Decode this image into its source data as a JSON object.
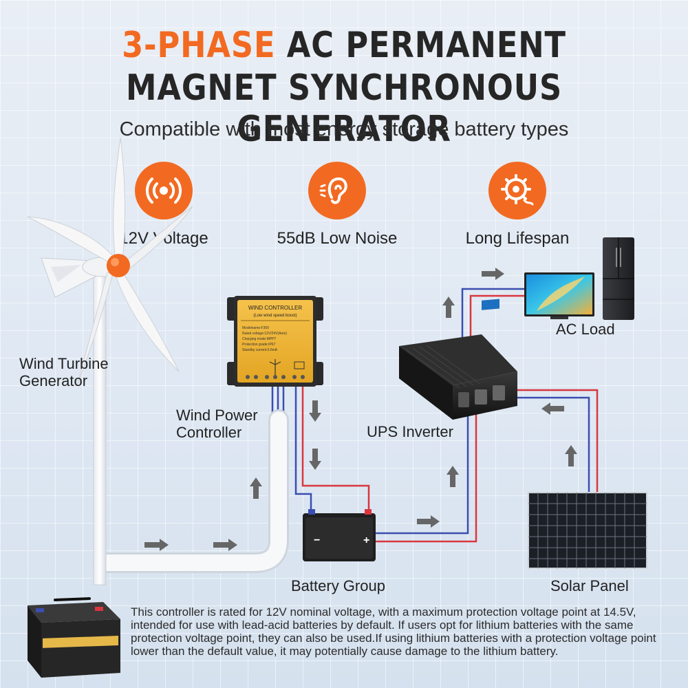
{
  "header": {
    "title_accent": "3-PHASE",
    "title_rest": "AC PERMANENT",
    "title_line2": "MAGNET SYNCHRONOUS GENERATOR",
    "subtitle": "Compatible with most energy storage battery types"
  },
  "features": [
    {
      "label": "12V Voltage",
      "icon": "signal-waves-icon"
    },
    {
      "label": "55dB Low Noise",
      "icon": "ear-icon"
    },
    {
      "label": "Long Lifespan",
      "icon": "lifespan-gear-icon"
    }
  ],
  "components": {
    "turbine": "Wind Turbine\nGenerator",
    "controller": "Wind Power\nController",
    "inverter": "UPS Inverter",
    "ac_load": "AC Load",
    "battery": "Battery Group",
    "solar": "Solar Panel"
  },
  "controller_panel": {
    "heading": "WIND CONTROLLER",
    "subheading": "(Low wind speed boost)",
    "specs": [
      "Modelname:F300",
      "Rated voltage:12V/24V(Auto)",
      "Charging mode:MPPT",
      "Protection grade:IP67",
      "Standby current:3.6mA"
    ]
  },
  "battery_terminals": {
    "negative": "−",
    "positive": "+"
  },
  "note": "This controller is rated for 12V nominal voltage, with a maximum protection voltage point at 14.5V, intended for use with lead-acid batteries by default. If users opt for lithium batteries with the same protection voltage point, they can also be used.If using lithium batteries with a protection voltage point lower than the default value, it may potentially cause damage to  the lithium battery.",
  "colors": {
    "accent": "#f26a21",
    "wire_positive": "#d9363e",
    "wire_negative": "#3a4db0",
    "flow_arrow": "#666666"
  }
}
